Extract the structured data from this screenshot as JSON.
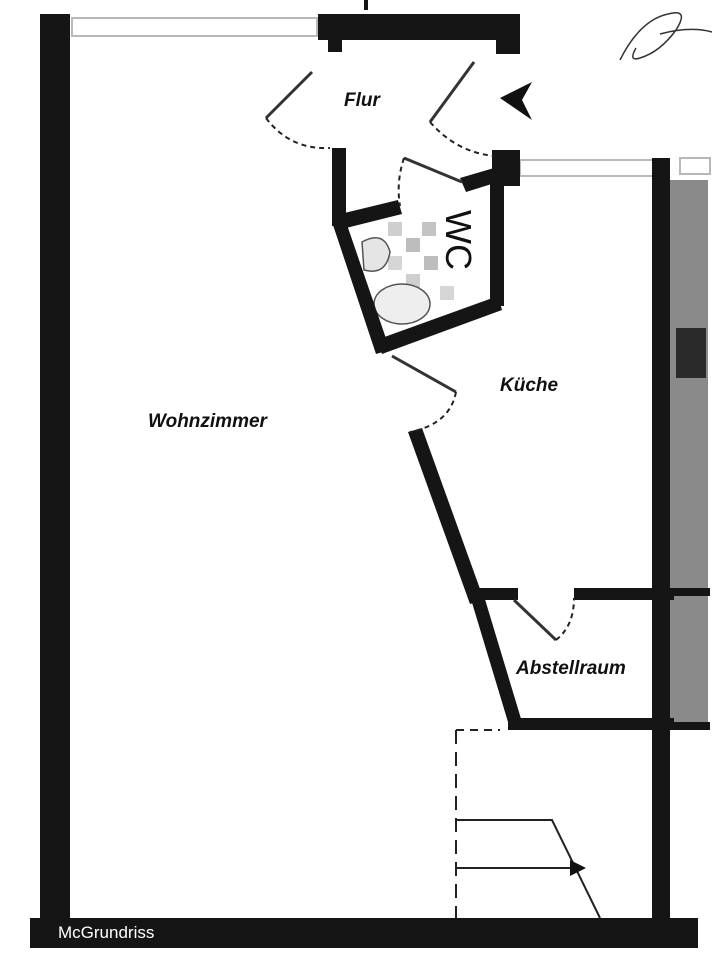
{
  "rooms": {
    "flur": "Flur",
    "wc": "WC",
    "kueche": "Küche",
    "wohnzimmer": "Wohnzimmer",
    "abstellraum": "Abstellraum"
  },
  "brand": "McGrundriss",
  "colors": {
    "wall": "#151515",
    "window_frame": "#b8b8b8",
    "side_strip": "#8a8a8a",
    "tile": "#cfcfcf"
  }
}
